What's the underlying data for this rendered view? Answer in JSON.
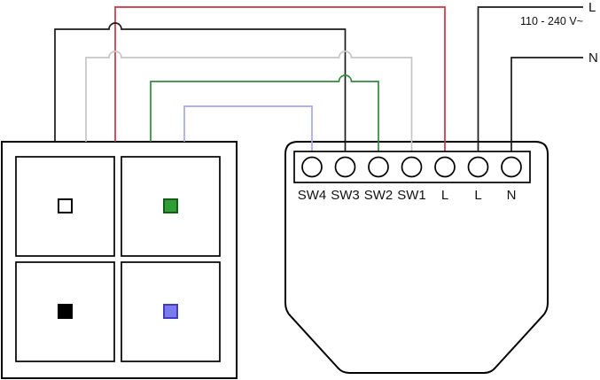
{
  "power": {
    "live_label": "L",
    "neutral_label": "N",
    "voltage_text": "110 - 240 V~"
  },
  "relay": {
    "terminals": [
      {
        "label": "SW4"
      },
      {
        "label": "SW3"
      },
      {
        "label": "SW2"
      },
      {
        "label": "SW1"
      },
      {
        "label": "L"
      },
      {
        "label": "L"
      },
      {
        "label": "N"
      }
    ]
  },
  "wall_switch": {
    "buttons": [
      {
        "position": "top-left",
        "color_name": "white",
        "fill": "#ffffff",
        "border": "#000000"
      },
      {
        "position": "top-right",
        "color_name": "green",
        "fill": "#2f9e35",
        "border": "#155c1b"
      },
      {
        "position": "bottom-left",
        "color_name": "black",
        "fill": "#000000",
        "border": "#000000"
      },
      {
        "position": "bottom-right",
        "color_name": "blue",
        "fill": "#7b7bf0",
        "border": "#4040bb"
      }
    ]
  },
  "wires": {
    "red": "#cc3344",
    "black": "#1a1a1a",
    "gray": "#c6c6c6",
    "green": "#338a3d",
    "blue": "#a8aae6",
    "mains": "#1a1a1a"
  },
  "outline": "#000000"
}
